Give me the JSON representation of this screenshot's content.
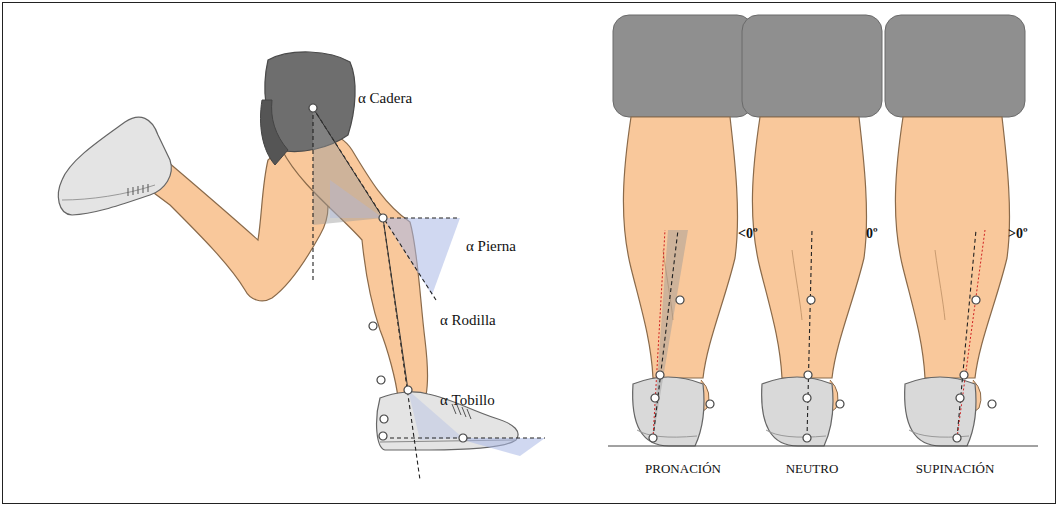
{
  "diagram": {
    "labels": [
      "α Cadera",
      "α Pierna",
      "α Rodilla",
      "α Tobillo",
      "<0º",
      "0º",
      ">0º",
      "PRONACIÓN",
      "NEUTRO",
      "SUPINACIÓN"
    ]
  }
}
